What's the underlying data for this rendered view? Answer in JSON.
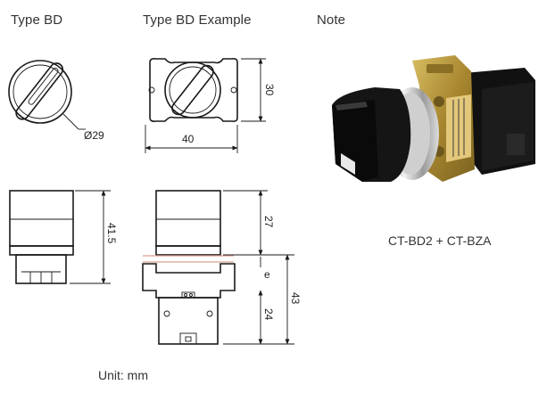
{
  "headings": {
    "type_bd": "Type BD",
    "type_bd_example": "Type BD Example",
    "note": "Note"
  },
  "dimensions": {
    "diameter": "Ø29",
    "width": "40",
    "height": "30",
    "body_height": "41.5",
    "top_height": "27",
    "total_height": "43",
    "lower_height": "24",
    "panel": "e"
  },
  "product_caption": "CT-BD2 + CT-BZA",
  "unit_label": "Unit: mm",
  "colors": {
    "line": "#1a1a1a",
    "panel_line": "#d9a090",
    "switch_body": "#151515",
    "bracket_metal": "#b99a3e"
  }
}
